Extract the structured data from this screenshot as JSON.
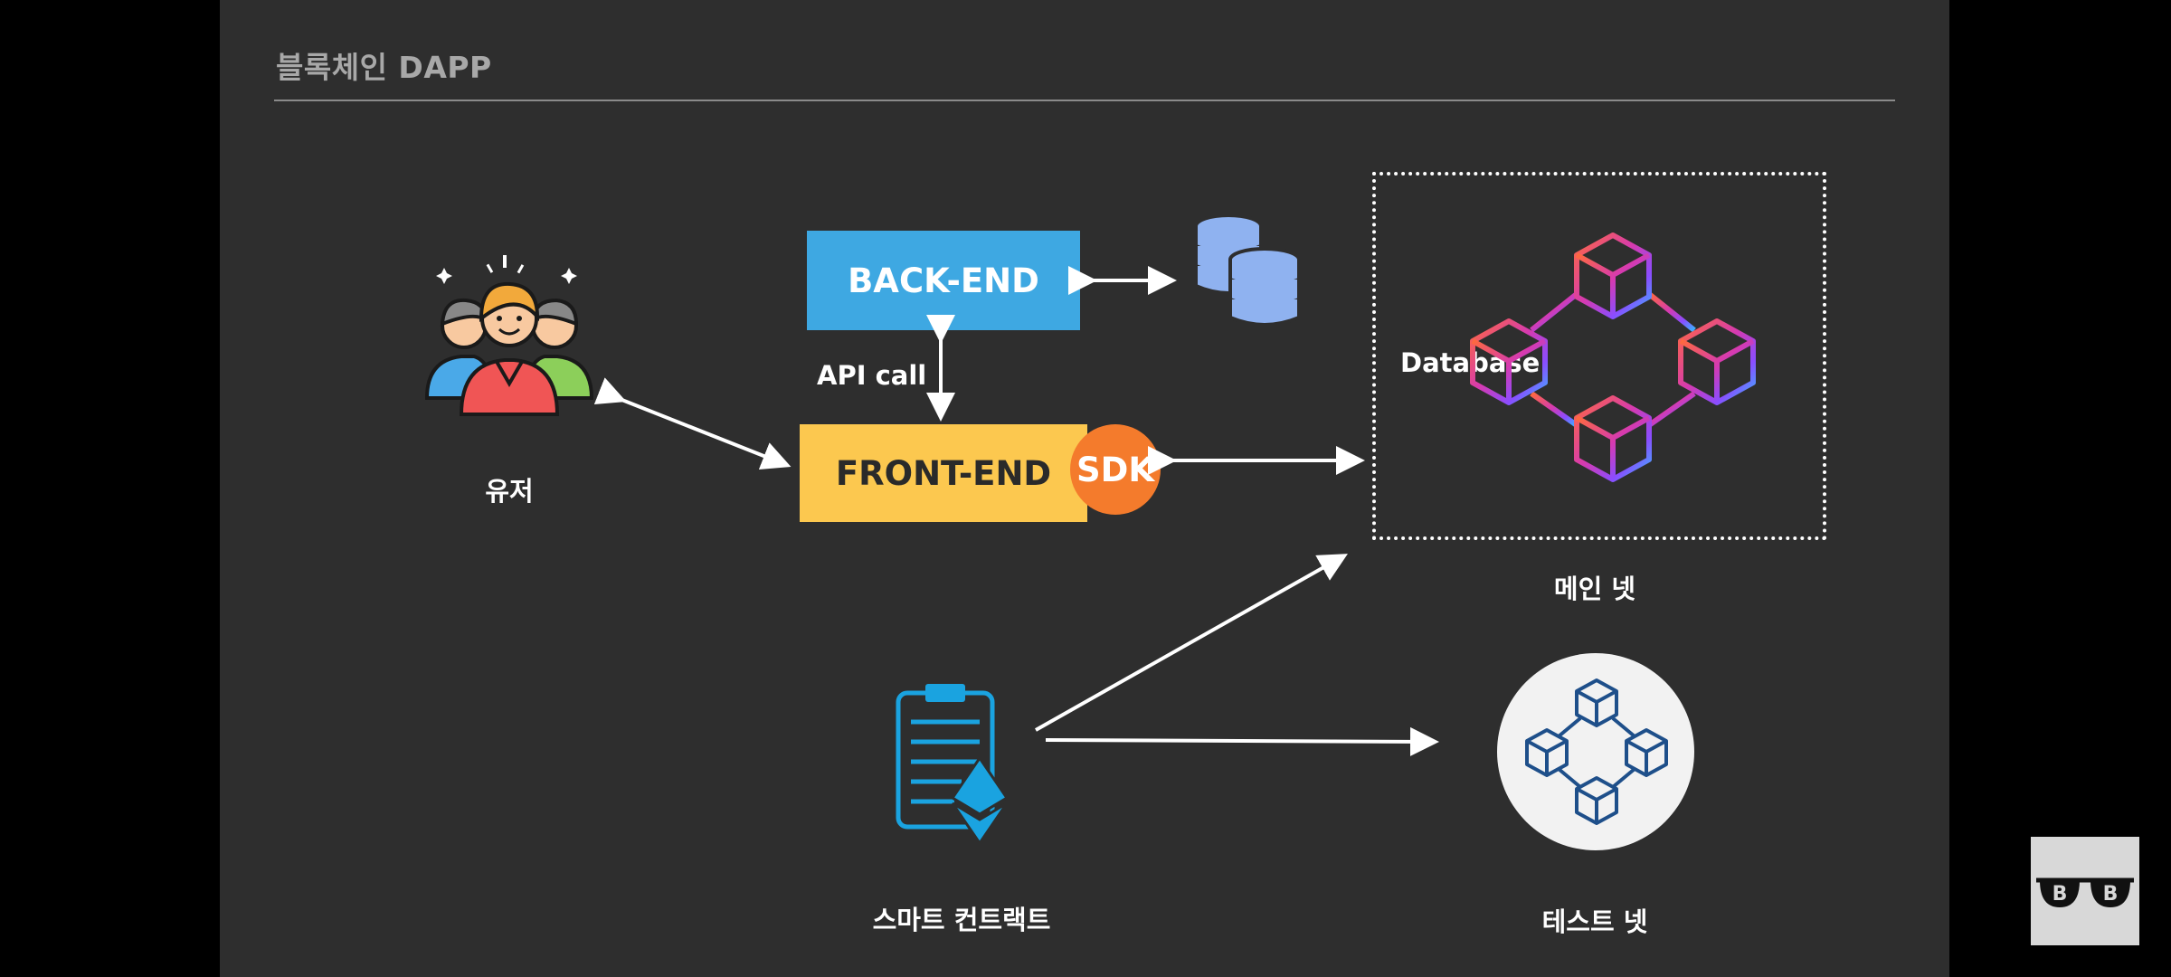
{
  "slide": {
    "title": "블록체인 DAPP"
  },
  "nodes": {
    "backend": "BACK-END",
    "frontend": "FRONT-END",
    "sdk": "SDK",
    "database": "Database",
    "api_call": "API call",
    "user": "유저",
    "mainnet": "메인 넷",
    "testnet": "테스트 넷",
    "smart_contract": "스마트 컨트랙트"
  },
  "colors": {
    "backend": "#3ea8e2",
    "frontend": "#fcc84f",
    "sdk": "#f47b2c",
    "database": "#8fb2f0",
    "contract": "#1aa3e0"
  },
  "icons": {
    "user": "user-group-icon",
    "database": "database-icon",
    "mainnet": "blockchain-network-icon",
    "testnet": "blockchain-network-icon",
    "contract": "ethereum-contract-icon",
    "badge": "bitcoin-glasses-icon"
  }
}
